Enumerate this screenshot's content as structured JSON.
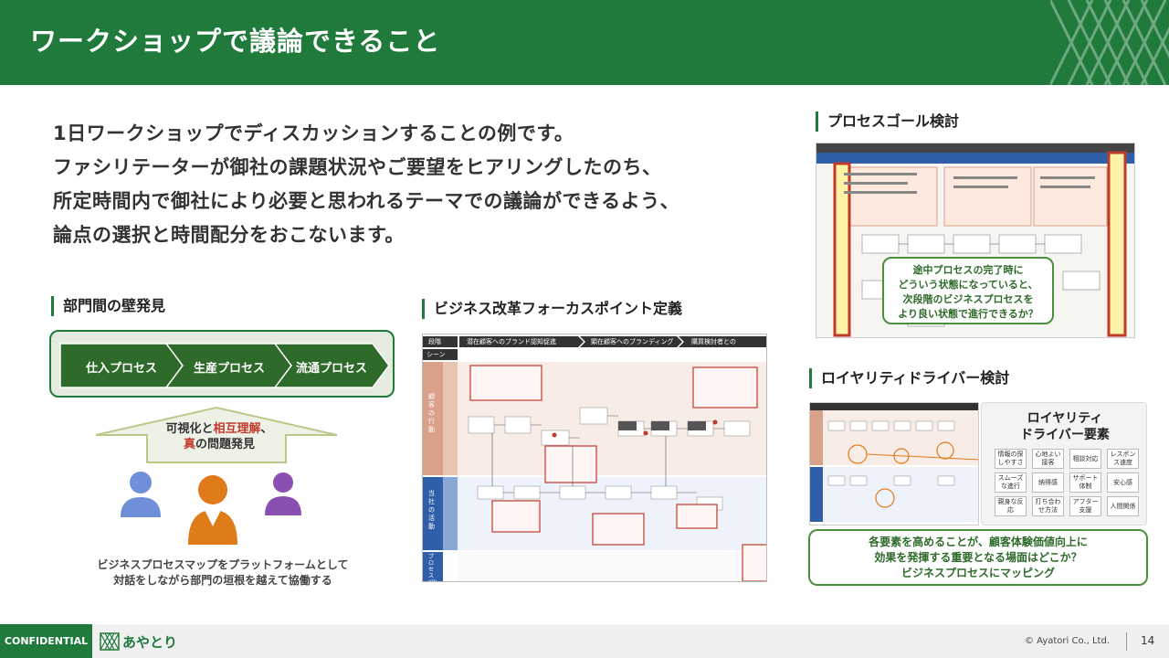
{
  "header": {
    "title": "ワークショップで議論できること"
  },
  "intro": {
    "lines": [
      "1日ワークショップでディスカッションすることの例です。",
      "ファシリテーターが御社の課題状況やご要望をヒアリングしたのち、",
      "所定時間内で御社により必要と思われるテーマでの議論ができるよう、",
      "論点の選択と時間配分をおこないます。"
    ]
  },
  "section1": {
    "title": "部門間の壁発見",
    "processes": [
      "仕入プロセス",
      "生産プロセス",
      "流通プロセス"
    ],
    "arrow_line1_a": "可視化と",
    "arrow_line1_b": "相互理解",
    "arrow_line1_c": "、",
    "arrow_line2_a": "真",
    "arrow_line2_b": "の問題発見",
    "caption_line1": "ビジネスプロセスマップをプラットフォームとして",
    "caption_line2": "対話をしながら部門の垣根を越えて協働する"
  },
  "section2": {
    "title": "ビジネス改革フォーカスポイント定義",
    "map_rows": [
      "段階",
      "シーン"
    ],
    "map_stages": [
      "潜在顧客へのブランド認知促進",
      "顕在顧客へのブランディング",
      "購買検討者との"
    ],
    "map_lanes": [
      "顧客の行動",
      "当社の活動",
      "プロセスKPI"
    ]
  },
  "section3": {
    "title": "プロセスゴール検討",
    "bubble_line1": "途中プロセスの完了時に",
    "bubble_line2": "どういう状態になっていると、",
    "bubble_line3": "次段階のビジネスプロセスを",
    "bubble_line4": "より良い状態で進行できるか？"
  },
  "section4": {
    "title": "ロイヤリティドライバー検討",
    "panel_title_line1": "ロイヤリティ",
    "panel_title_line2": "ドライバー要素",
    "elements": [
      "情報の探しやすさ",
      "心地よい接客",
      "相談対応",
      "レスポンス速度",
      "スムーズな進行",
      "納得感",
      "サポート体制",
      "安心感",
      "親身な反応",
      "打ち合わせ方法",
      "アフター支援",
      "人間関係"
    ],
    "bubble_line1": "各要素を高めることが、顧客体験価値向上に",
    "bubble_line2": "効果を発揮する重要となる場面はどこか？",
    "bubble_line3": "ビジネスプロセスにマッピング"
  },
  "footer": {
    "confidential": "CONFIDENTIAL",
    "logo_text": "あやとり",
    "copyright": "© Ayatori Co., Ltd.",
    "page": "14"
  },
  "colors": {
    "brand_green": "#1f7a3c",
    "highlight_red": "#c0392b",
    "person_blue": "#6f8fd8",
    "person_orange": "#e07b1a",
    "person_purple": "#8a4fb0"
  }
}
